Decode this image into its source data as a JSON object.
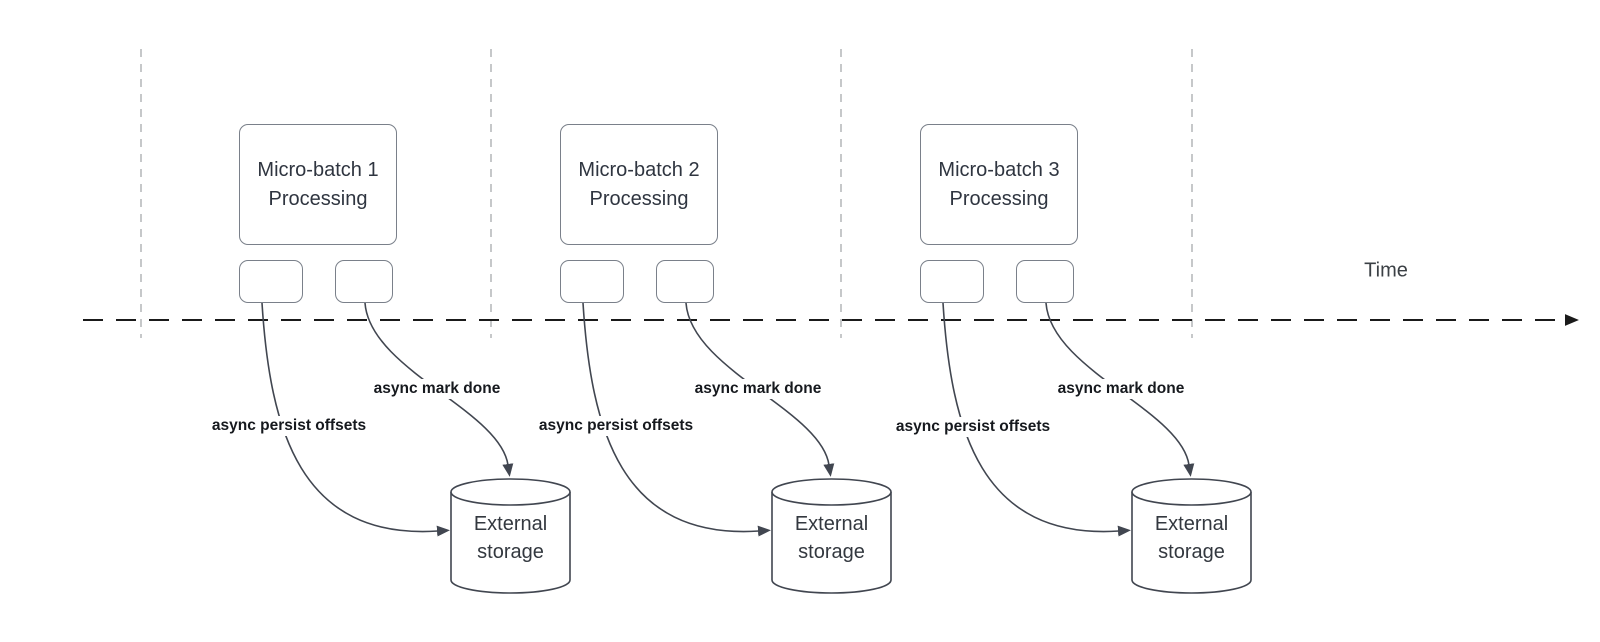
{
  "diagram": {
    "time_axis_label": "Time",
    "batches": [
      {
        "title": "Micro-batch 1",
        "subtitle": "Processing",
        "persist_label": "async persist offsets",
        "done_label": "async mark done",
        "storage_line1": "External",
        "storage_line2": "storage"
      },
      {
        "title": "Micro-batch 2",
        "subtitle": "Processing",
        "persist_label": "async persist offsets",
        "done_label": "async mark done",
        "storage_line1": "External",
        "storage_line2": "storage"
      },
      {
        "title": "Micro-batch 3",
        "subtitle": "Processing",
        "persist_label": "async persist offsets",
        "done_label": "async mark done",
        "storage_line1": "External",
        "storage_line2": "storage"
      }
    ],
    "colors": {
      "background": "#ffffff",
      "box_border": "#7a808a",
      "box_text": "#2f3540",
      "arrow_stroke": "#414650",
      "label_text": "#16191e",
      "axis_stroke": "#1a1a1a",
      "lane_divider": "#b8babc"
    }
  }
}
